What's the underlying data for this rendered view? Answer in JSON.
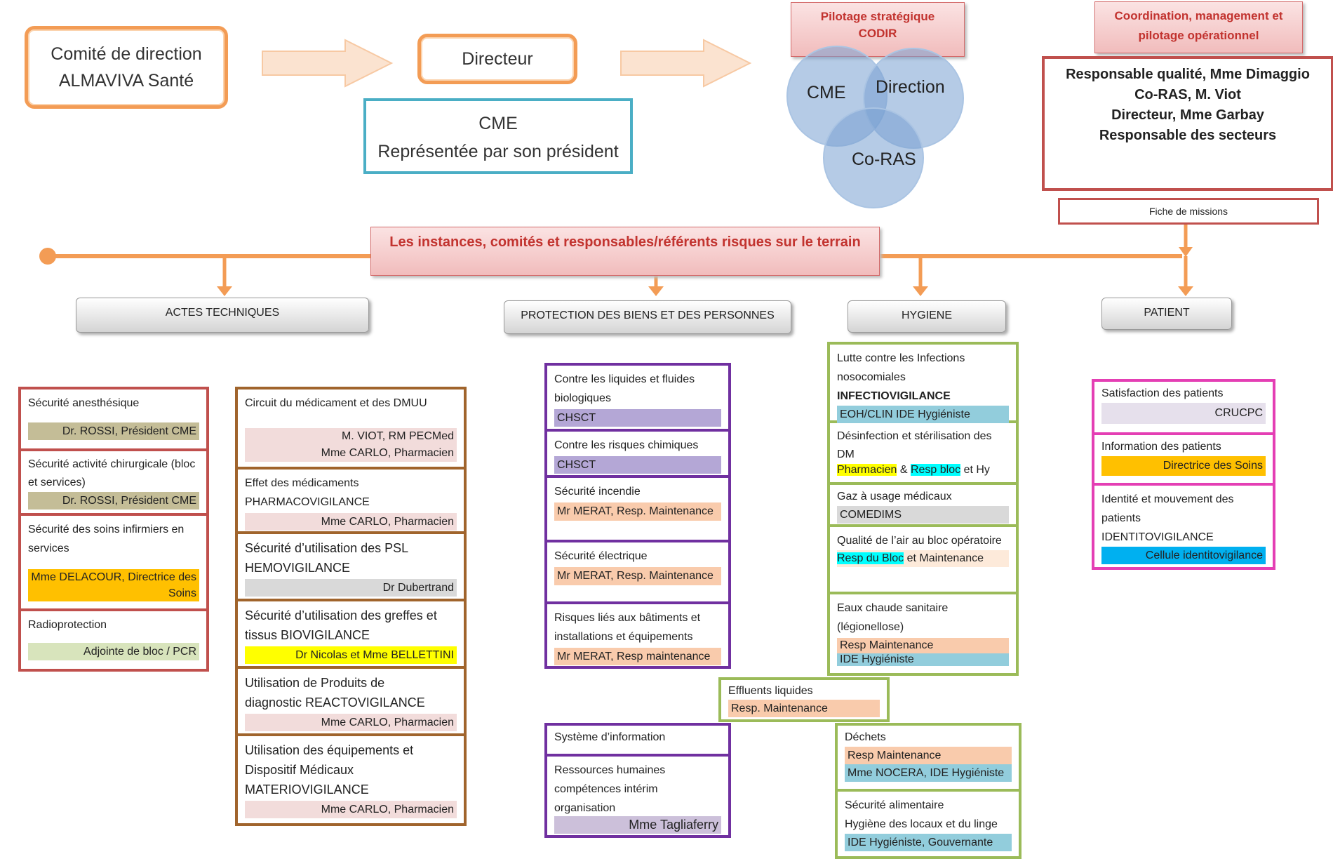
{
  "top": {
    "comite_line1": "Comité de direction",
    "comite_line2": "ALMAVIVA Santé",
    "directeur": "Directeur",
    "cme_line1": "CME",
    "cme_line2": "Représentée par son président",
    "pilotage_line1": "Pilotage stratégique",
    "pilotage_line2": "CODIR",
    "venn": {
      "cme": "CME",
      "direction": "Direction",
      "coras": "Co-RAS"
    },
    "coordination_line1": "Coordination,  management et",
    "coordination_line2": "pilotage opérationnel",
    "responsables": [
      "Responsable qualité, Mme Dimaggio",
      "Co-RAS, M. Viot",
      "Directeur, Mme Garbay",
      "Responsable des secteurs"
    ],
    "fiche": "Fiche de missions"
  },
  "banner": "Les instances, comités et responsables/référents risques sur le terrain",
  "categories": {
    "actes": "ACTES TECHNIQUES",
    "protection": "PROTECTION DES BIENS ET DES PERSONNES",
    "hygiene": "HYGIENE",
    "patient": "PATIENT"
  },
  "col1": [
    {
      "title": "Sécurité anesthésique",
      "resp": "Dr. ROSSI, Président CME"
    },
    {
      "title": "Sécurité activité chirurgicale (bloc et services)",
      "resp": "Dr. ROSSI, Président CME"
    },
    {
      "title": "Sécurité des soins infirmiers en services",
      "resp": "Mme DELACOUR,  Directrice des Soins"
    },
    {
      "title": "Radioprotection",
      "resp": "Adjointe de bloc / PCR"
    }
  ],
  "col2": [
    {
      "title": "Circuit du médicament et des DMUU",
      "resp1": "M. VIOT, RM PECMed",
      "resp2": "Mme CARLO, Pharmacien"
    },
    {
      "title1": "Effet  des médicaments",
      "title2": "PHARMACOVIGILANCE",
      "resp": "Mme CARLO, Pharmacien"
    },
    {
      "title1": "Sécurité d’utilisation des PSL",
      "title2": "HEMOVIGILANCE",
      "resp": "Dr Dubertrand"
    },
    {
      "title1": "Sécurité d’utilisation des greffes  et",
      "title2": "tissus BIOVIGILANCE",
      "resp": "Dr Nicolas et Mme BELLETTINI"
    },
    {
      "title1": "Utilisation de Produits de",
      "title2": "diagnostic REACTOVIGILANCE",
      "resp": "Mme CARLO, Pharmacien"
    },
    {
      "title1": "Utilisation des équipements et",
      "title2": "Dispositif Médicaux",
      "title3": "MATERIOVIGILANCE",
      "resp": "Mme CARLO, Pharmacien"
    }
  ],
  "col3": [
    {
      "title": "Contre les liquides et fluides biologiques",
      "resp": "CHSCT"
    },
    {
      "title": "Contre les risques chimiques",
      "resp": "CHSCT"
    },
    {
      "title": "Sécurité incendie",
      "resp": "Mr MERAT, Resp. Maintenance"
    },
    {
      "title": "Sécurité électrique",
      "resp": "Mr MERAT, Resp. Maintenance"
    },
    {
      "title": "Risques liés aux bâtiments et installations et équipements",
      "resp": "Mr MERAT, Resp maintenance"
    }
  ],
  "col3b": [
    {
      "title": "Système d’information"
    },
    {
      "title": "Ressources humaines compétences intérim organisation",
      "resp": "Mme Tagliaferry"
    }
  ],
  "col4": [
    {
      "title": "Lutte contre les Infections nosocomiales",
      "title_bold": "INFECTIOVIGILANCE",
      "resp": "EOH/CLIN    IDE Hygiéniste"
    },
    {
      "title": "Désinfection et stérilisation des DM",
      "resp_a": "Pharmacien",
      "amp": "&",
      "resp_b": "Resp bloc",
      "resp_c": "et Hy"
    },
    {
      "title": "Gaz à usage médicaux",
      "resp": "COMEDIMS"
    },
    {
      "title": "Qualité de l’air au bloc opératoire",
      "resp_a": "Resp du Bloc",
      "resp_b": " et Maintenance"
    },
    {
      "title": "Eaux chaude sanitaire (légionellose)",
      "resp1": "Resp Maintenance",
      "resp2": "IDE Hygiéniste"
    }
  ],
  "effluents": {
    "title": "Effluents liquides",
    "resp": "Resp. Maintenance"
  },
  "col4b": [
    {
      "title": "Déchets",
      "resp1": "Resp Maintenance",
      "resp2": "Mme NOCERA, IDE Hygiéniste"
    },
    {
      "title1": "Sécurité alimentaire",
      "title2": "Hygiène des locaux et du linge",
      "resp": "IDE Hygiéniste, Gouvernante"
    }
  ],
  "col5": [
    {
      "title": "Satisfaction des patients",
      "resp": "CRUCPC"
    },
    {
      "title": "Information des patients",
      "resp": "Directrice des Soins"
    },
    {
      "title": "Identité et mouvement des patients",
      "title2": "IDENTITOVIGILANCE",
      "resp": "Cellule identitovigilance"
    }
  ],
  "colors": {
    "orange": "#f39c55",
    "red": "#c0504d",
    "brown": "#a0642c",
    "purple": "#7030a0",
    "green": "#9bbb59",
    "magenta": "#e43fb4",
    "teal": "#4aaec5",
    "khaki": "#c4bd97",
    "peach": "#f9cbac",
    "lavender": "#b4a7d6",
    "gray": "#d9d9d9",
    "pinklight": "#f2dcdb",
    "yellow": "#ffff00",
    "cyan": "#00ffff",
    "lightblue": "#92cddc",
    "amber": "#ffc000",
    "skyblue": "#00b0f0",
    "mint": "#d8e4bc"
  }
}
